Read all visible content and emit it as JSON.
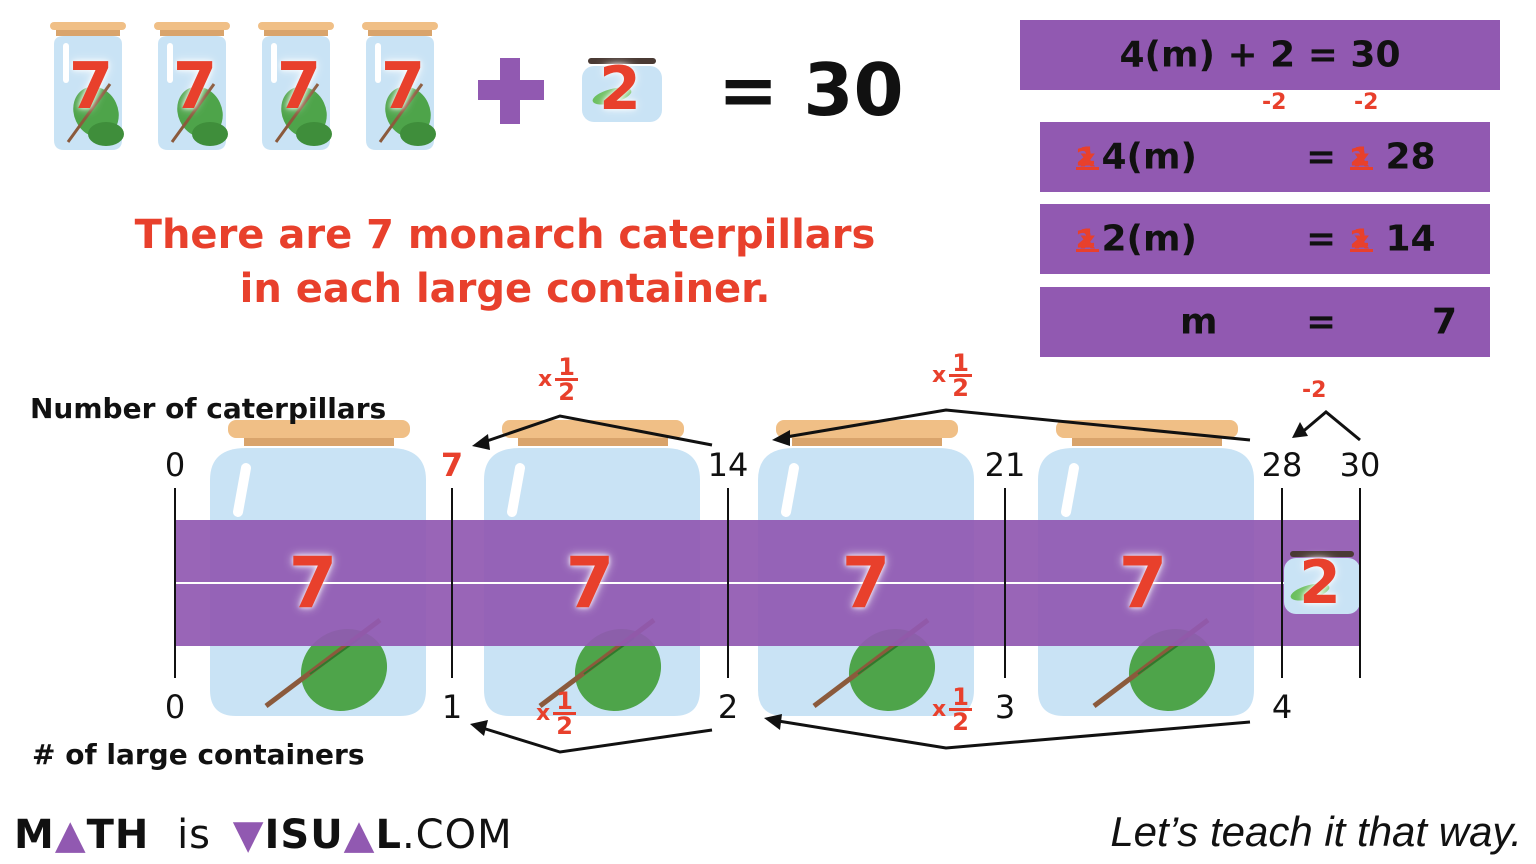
{
  "top_equation": {
    "jar_value": "7",
    "operator": "+",
    "small_jar_value": "2",
    "result": "= 30"
  },
  "message": {
    "line1": "There are 7 monarch caterpillars",
    "line2": "in each large container."
  },
  "solution_steps": {
    "step1": "4(m) + 2 = 30",
    "minus_left": "-2",
    "minus_right": "-2",
    "step2_left": "4(m)",
    "step2_eq": "=",
    "step2_right": "28",
    "step3_left": "2(m)",
    "step3_eq": "=",
    "step3_right": "14",
    "step4_left": "m",
    "step4_eq": "=",
    "step4_right": "7",
    "fraction_num": "1",
    "fraction_den": "2",
    "times": "x"
  },
  "number_line": {
    "top_label": "Number of caterpillars",
    "bottom_label": "# of large containers",
    "top_ticks": [
      "0",
      "7",
      "14",
      "21",
      "28",
      "30"
    ],
    "bottom_ticks": [
      "0",
      "1",
      "2",
      "3",
      "4"
    ],
    "bar_values": [
      "7",
      "7",
      "7",
      "7"
    ],
    "small_value": "2",
    "minus_two": "-2",
    "multiplier_x": "x",
    "multiplier_num": "1",
    "multiplier_den": "2"
  },
  "footer": {
    "brand_m": "M",
    "brand_th": "TH",
    "brand_is": "is",
    "brand_isu": "ISU",
    "brand_l": "L",
    "brand_com": ".COM",
    "tagline": "Let’s teach it that way."
  },
  "colors": {
    "purple": "#9159b1",
    "red": "#e8402c",
    "jar_blue": "#c9e3f5",
    "lid": "#f0bf86"
  }
}
